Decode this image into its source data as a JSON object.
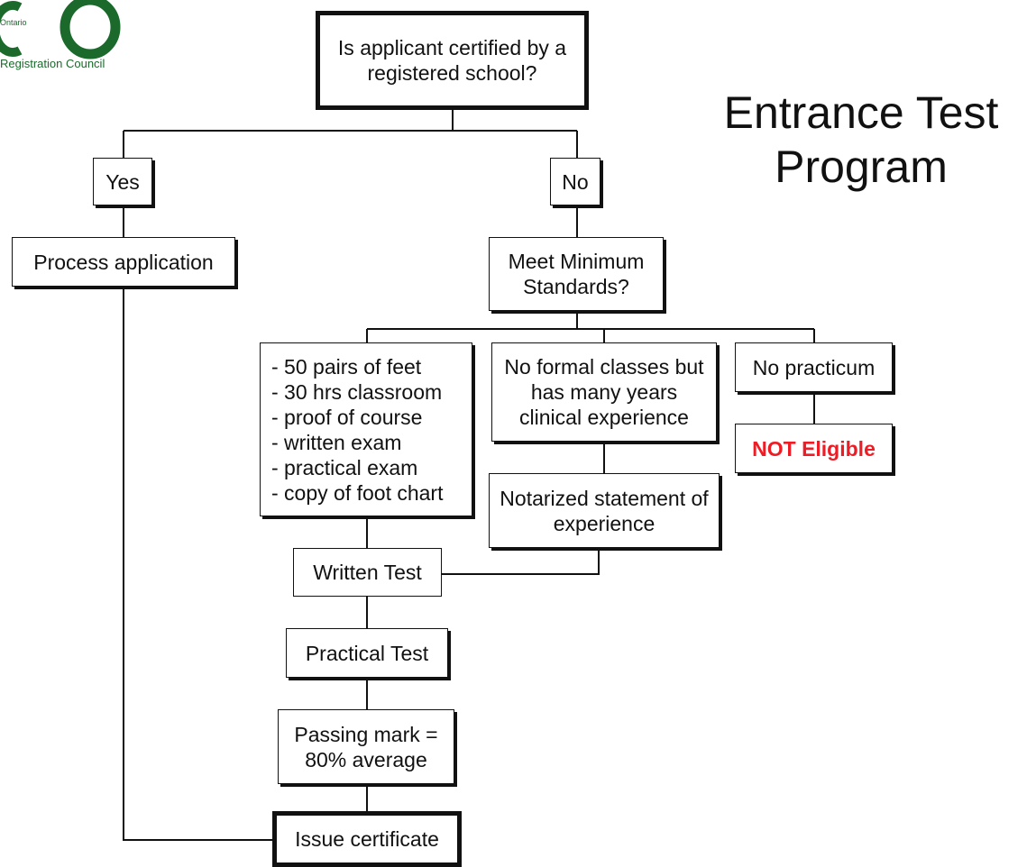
{
  "title": "Entrance Test Program",
  "logo": {
    "top_text": "Ontario",
    "bottom_text": "Registration Council",
    "color": "#1b6a2c"
  },
  "nodes": {
    "certified_question": "Is applicant certified by a registered school?",
    "yes": "Yes",
    "no": "No",
    "process_application": "Process application",
    "minimum_standards": "Meet Minimum Standards?",
    "requirements": [
      "- 50 pairs of feet",
      "- 30 hrs classroom",
      "- proof of course",
      "- written exam",
      "- practical exam",
      "- copy of foot chart"
    ],
    "no_formal_classes": "No formal classes but has many years clinical experience",
    "no_practicum": "No practicum",
    "not_eligible": "NOT Eligible",
    "notarized_statement": "Notarized statement of experience",
    "written_test": "Written Test",
    "practical_test": "Practical Test",
    "passing_mark": "Passing mark = 80% average",
    "issue_certificate": "Issue certificate"
  },
  "colors": {
    "line": "#111111",
    "not_eligible": "#ee1c24"
  }
}
